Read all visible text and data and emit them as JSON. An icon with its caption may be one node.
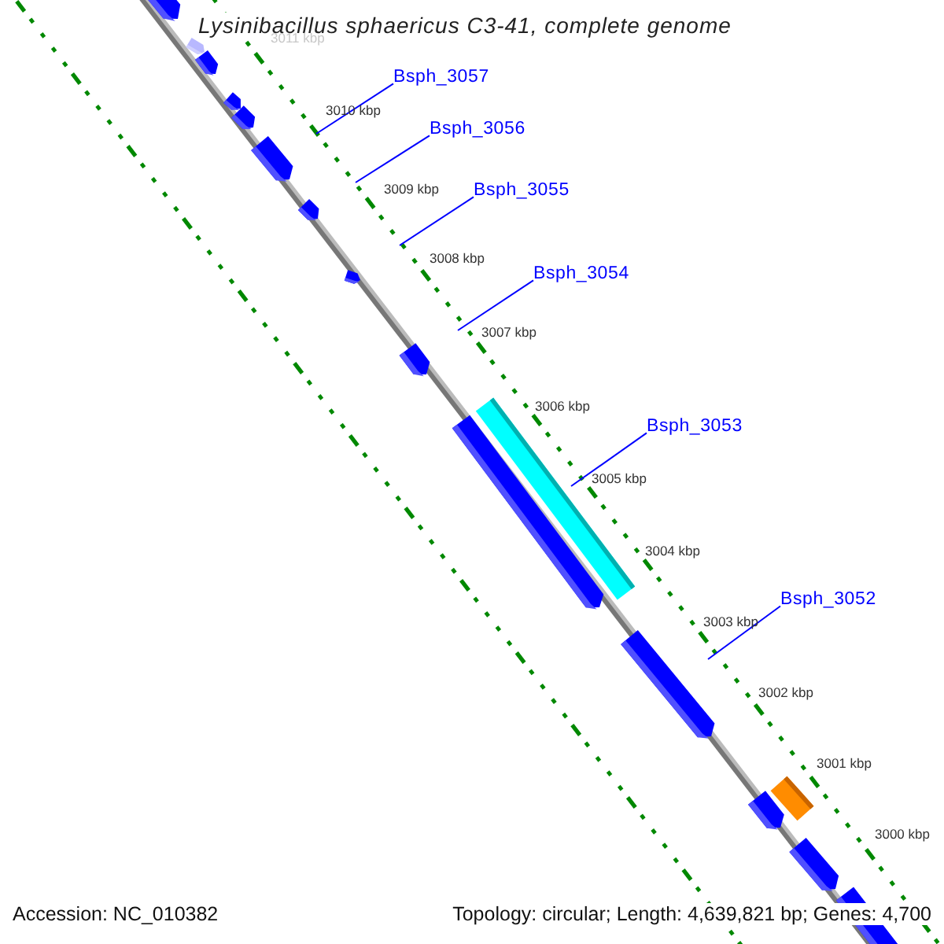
{
  "diagram": {
    "title": "Lysinibacillus sphaericus C3-41, complete genome",
    "nodes": [
      {
        "text": [
          "Bsph_3057"
        ]
      },
      {
        "text": [
          "Bsph_3056"
        ]
      },
      {
        "text": [
          "Bsph_3055"
        ]
      },
      {
        "text": [
          "Bsph_3054"
        ]
      },
      {
        "text": [
          "Bsph_3053"
        ]
      },
      {
        "text": [
          "Bsph_3052"
        ]
      }
    ],
    "edges": [
      {
        "from": 0,
        "to": null,
        "arrow": "none"
      },
      {
        "from": 1,
        "to": null,
        "arrow": "none"
      },
      {
        "from": 2,
        "to": null,
        "arrow": "none"
      },
      {
        "from": 3,
        "to": null,
        "arrow": "none"
      },
      {
        "from": 4,
        "to": null,
        "arrow": "none"
      },
      {
        "from": 5,
        "to": null,
        "arrow": "none"
      }
    ],
    "labels": [
      "3011 kbp",
      "3010 kbp",
      "3009 kbp",
      "3008 kbp",
      "3007 kbp",
      "3006 kbp",
      "3005 kbp",
      "3004 kbp",
      "3003 kbp",
      "3002 kbp",
      "3001 kbp",
      "3000 kbp",
      "Accession: NC_010382",
      "Topology: circular; Length: 4,639,821 bp; Genes: 4,700"
    ]
  }
}
